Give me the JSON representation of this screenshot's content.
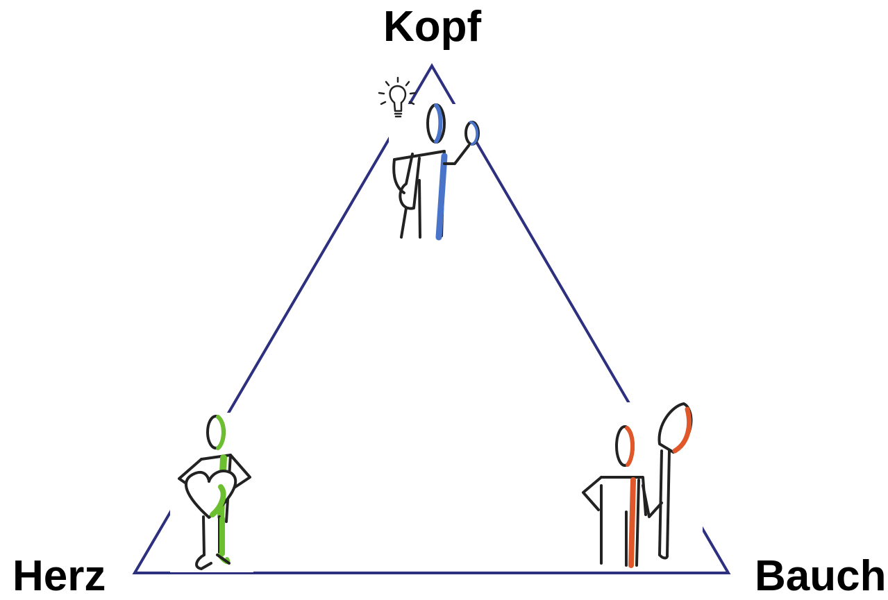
{
  "diagram": {
    "labels": {
      "top": "Kopf",
      "left": "Herz",
      "right": "Bauch"
    },
    "colors": {
      "triangle": "#2d2f7f",
      "stroke": "#222222",
      "kopf_accent": "#4a74c9",
      "herz_accent": "#6cbf2e",
      "bauch_accent": "#e0572a"
    },
    "icons": {
      "top": "thinker-with-lightbulb-figure",
      "left": "figure-holding-heart",
      "right": "figure-with-shovel"
    }
  }
}
